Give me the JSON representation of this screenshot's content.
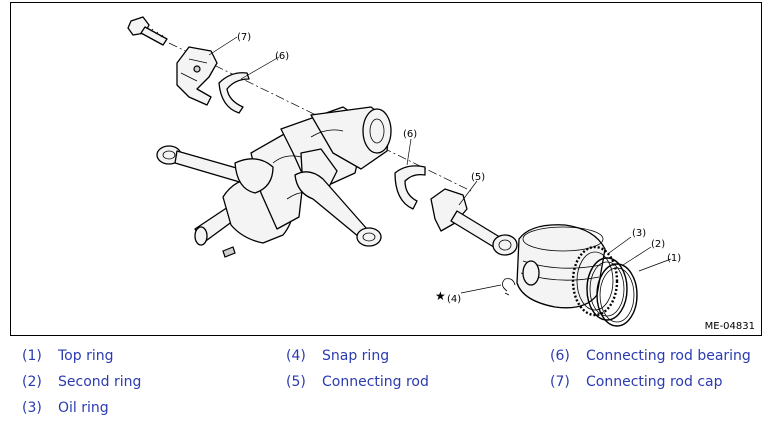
{
  "figure": {
    "figure_id": "ME-04831",
    "callouts": {
      "c7": "(7)",
      "c6a": "(6)",
      "c6b": "(6)",
      "c5": "(5)",
      "c3": "(3)",
      "c2": "(2)",
      "c1": "(1)",
      "c4": "(4)",
      "star": "★"
    }
  },
  "legend": [
    {
      "num": "(1)",
      "label": "Top ring"
    },
    {
      "num": "(2)",
      "label": "Second ring"
    },
    {
      "num": "(3)",
      "label": "Oil ring"
    },
    {
      "num": "(4)",
      "label": "Snap ring"
    },
    {
      "num": "(5)",
      "label": "Connecting rod"
    },
    {
      "num": "(6)",
      "label": "Connecting rod bearing"
    },
    {
      "num": "(7)",
      "label": "Connecting rod cap"
    }
  ],
  "colors": {
    "legend_text": "#2b3bb0",
    "line": "#000000"
  }
}
